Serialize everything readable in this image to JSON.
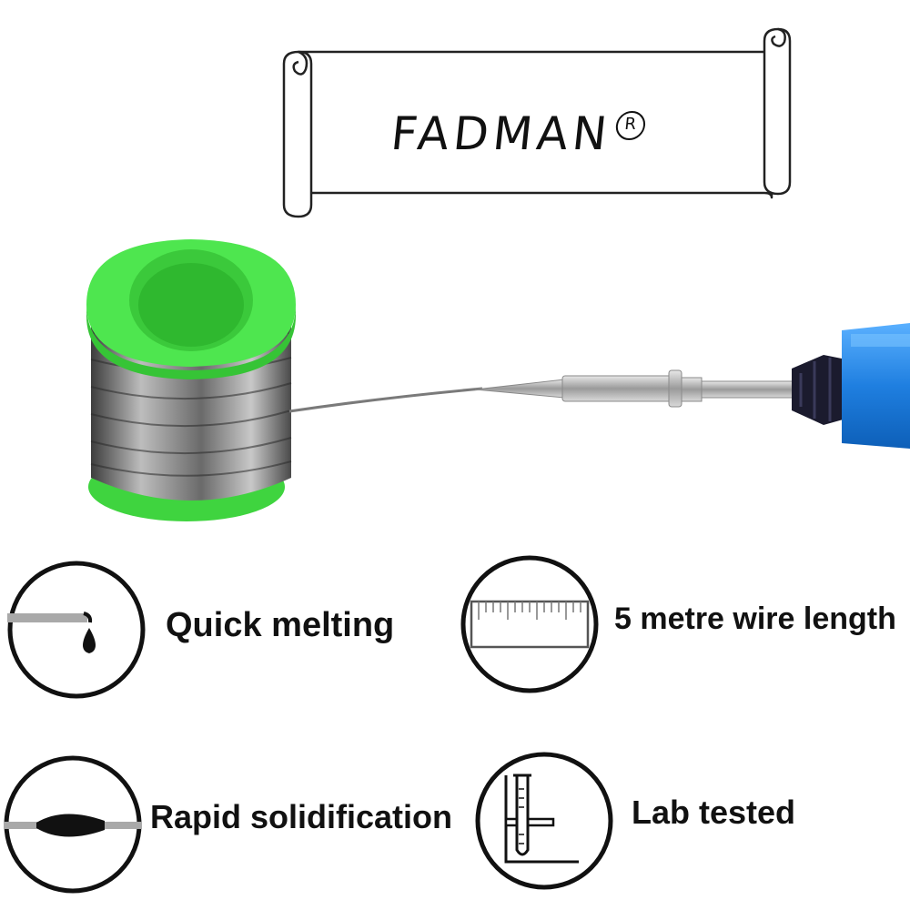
{
  "brand": {
    "name": "FADMAN",
    "registered_mark": "R"
  },
  "product_image": {
    "spool_color": "#4ee64f",
    "iron_grip_color": "#1f7fe0"
  },
  "features": [
    {
      "label": "Quick melting",
      "icon": "molten-drop-icon"
    },
    {
      "label": "5 metre wire length",
      "icon": "ruler-icon"
    },
    {
      "label": "Rapid solidification",
      "icon": "solidified-joint-icon"
    },
    {
      "label": "Lab tested",
      "icon": "test-tube-icon"
    }
  ]
}
